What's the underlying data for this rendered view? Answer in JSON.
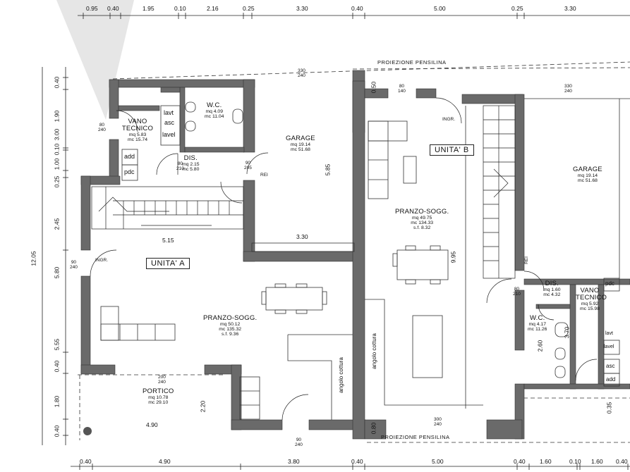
{
  "top_dimensions": [
    "0.95",
    "0.40",
    "1.95",
    "0.10",
    "2.16",
    "0.25",
    "3.30",
    "0.40",
    "5.00",
    "0.25",
    "3.30"
  ],
  "bottom_dimensions": [
    "0.40",
    "4.90",
    "3.80",
    "0.40",
    "5.00",
    "0.40",
    "1.60",
    "0.10",
    "1.60",
    "0.40"
  ],
  "left_dimensions": [
    "0.40",
    "1.90",
    "3.00",
    "0.10",
    "1.00",
    "0.25",
    "2.45",
    "5.80",
    "5.55",
    "0.40",
    "1.80",
    "0.40"
  ],
  "overall_left": "12.05",
  "projection_labels": [
    "PROIEZIONE PENSILINA",
    "PROIEZIONE PENSILINA"
  ],
  "units": [
    "UNITA' A",
    "UNITA' B"
  ],
  "rooms": {
    "vano_a": {
      "name": "VANO TECNICO",
      "mq": "mq 5.83",
      "mc": "mc 15.74"
    },
    "wc_a": {
      "name": "W.C.",
      "mq": "mq 4.09",
      "mc": "mc 11.04"
    },
    "dis_a": {
      "name": "DIS.",
      "mq": "mq 2.15",
      "mc": "mc 5.80"
    },
    "garage_a": {
      "name": "GARAGE",
      "mq": "mq 19.14",
      "mc": "mc 51.68"
    },
    "pranzo_a": {
      "name": "PRANZO-SOGG.",
      "mq": "mq 50.12",
      "mc": "mc 135.32",
      "sf": "s.f. 9.36"
    },
    "portico": {
      "name": "PORTICO",
      "mq": "mq 10.78",
      "mc": "mc 29.10"
    },
    "pranzo_b": {
      "name": "PRANZO-SOGG.",
      "mq": "mq 49.75",
      "mc": "mc 134.33",
      "sf": "s.f. 8.32"
    },
    "garage_b": {
      "name": "GARAGE",
      "mq": "mq 19.14",
      "mc": "mc 51.68"
    },
    "dis_b": {
      "name": "DIS.",
      "mq": "mq 1.60",
      "mc": "mc 4.32"
    },
    "wc_b": {
      "name": "W.C.",
      "mq": "mq 4.17",
      "mc": "mc 11.26"
    },
    "vano_b": {
      "name": "VANO TECNICO",
      "mq": "mq 5.92",
      "mc": "mc 15.98"
    }
  },
  "fixtures_a": [
    "lavt",
    "asc",
    "lavel",
    "add",
    "pdc"
  ],
  "fixtures_b": [
    "pdc",
    "lavt",
    "lavel",
    "asc",
    "add"
  ],
  "angolo_cottura": "angolo cottura",
  "ingr": "INGR.",
  "rei": "REI",
  "doors": {
    "d_80_240": [
      "80",
      "240"
    ],
    "d_80_210": [
      "80",
      "210"
    ],
    "d_90_205": [
      "90",
      "205"
    ],
    "d_90_240": [
      "90",
      "240"
    ],
    "d_330_240": [
      "330",
      "240"
    ],
    "d_80_140": [
      "80",
      "140"
    ],
    "d_200_240": [
      "200",
      "240"
    ],
    "d_300_240": [
      "300",
      "240"
    ]
  },
  "interior_dims": {
    "d515": "5.15",
    "d585": "5.85",
    "d330": "3.30",
    "d490": "4.90",
    "d220": "2.20",
    "d995": "9.95",
    "d260": "2.60",
    "d370": "3.70",
    "d050": "0.50",
    "d080": "0.80",
    "d035": "0.35"
  }
}
